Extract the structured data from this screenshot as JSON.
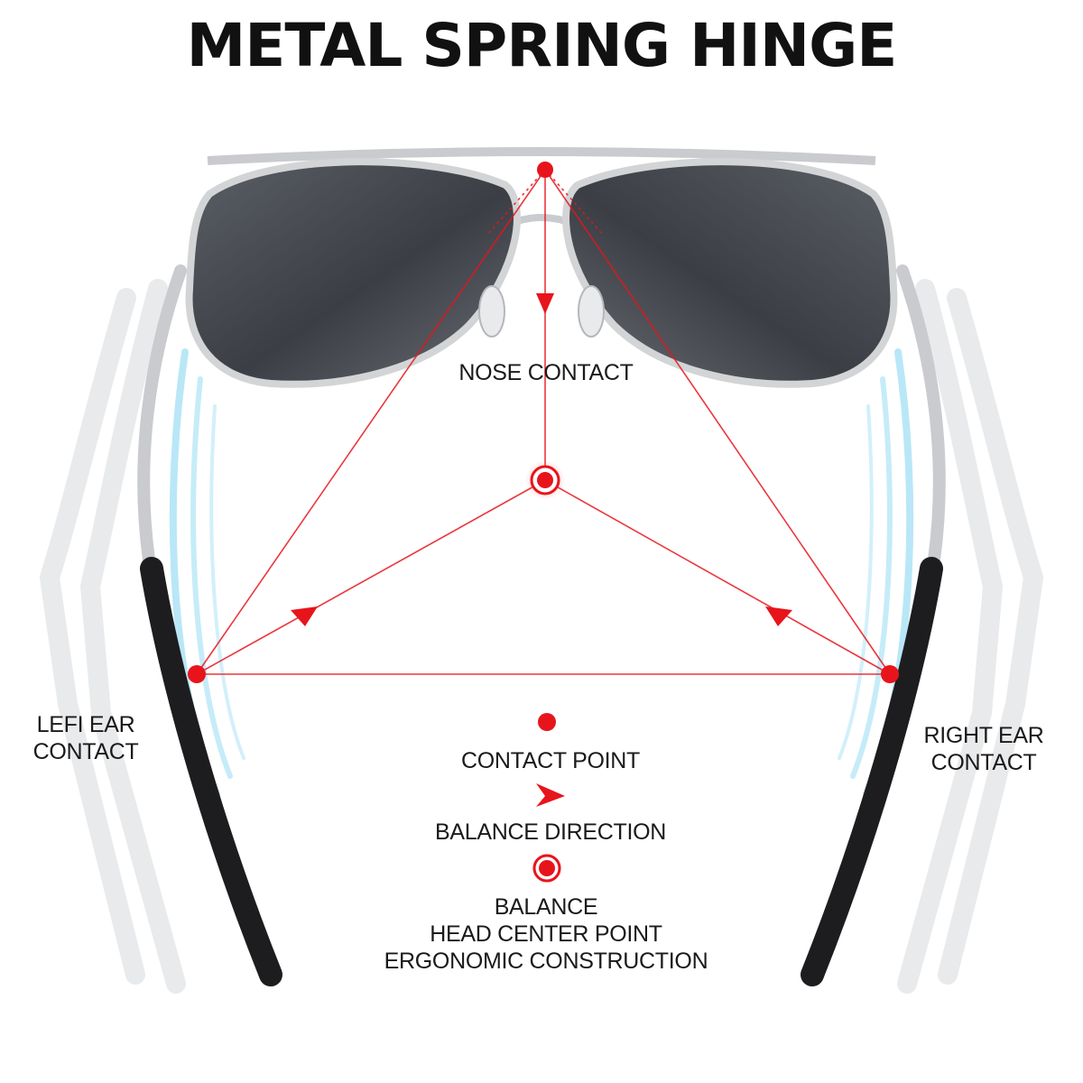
{
  "title": "METAL SPRING HINGE",
  "labels": {
    "nose_contact": "NOSE CONTACT",
    "left_ear": [
      "LEFI EAR",
      "CONTACT"
    ],
    "right_ear": [
      "RIGHT EAR",
      "CONTACT"
    ]
  },
  "legend": {
    "contact_point": "CONTACT POINT",
    "balance_direction": "BALANCE DIRECTION",
    "balance_center": [
      "BALANCE",
      "HEAD CENTER POINT",
      "ERGONOMIC CONSTRUCTION"
    ]
  },
  "colors": {
    "accent_red": "#e8141c",
    "lens_dark": "#3a3d42",
    "frame_silver": "#c9cbce",
    "temple_tip_black": "#1d1d1f",
    "motion_blue": "#7fd4f0"
  }
}
